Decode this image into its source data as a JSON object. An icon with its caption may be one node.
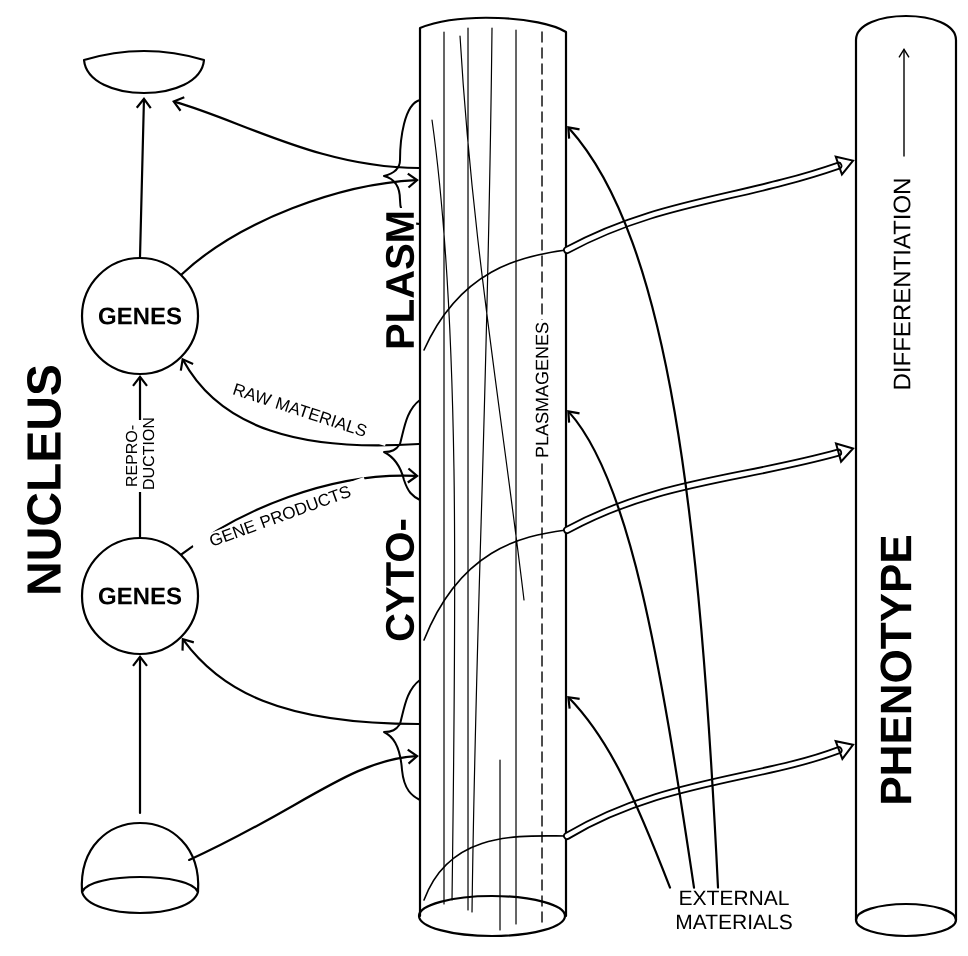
{
  "diagram": {
    "nodes": [
      {
        "text": [],
        "shape": "bowl"
      },
      {
        "text": [
          "GENES"
        ]
      },
      {
        "text": [
          "GENES"
        ]
      },
      {
        "text": [],
        "shape": "dome"
      },
      {
        "text": [
          "CYTO-",
          "PLASM"
        ]
      },
      {
        "text": [
          "PHENOTYPE",
          "DIFFERENTIATION"
        ]
      },
      {
        "text": [
          "EXTERNAL MATERIALS"
        ]
      }
    ],
    "edges": [
      {
        "from": 1,
        "to": 0,
        "arrow": "to"
      },
      {
        "from": 4,
        "to": 0,
        "arrow": "to"
      },
      {
        "from": 1,
        "to": 4,
        "arrow": "to"
      },
      {
        "from": 4,
        "to": 1,
        "arrow": "to",
        "label": "RAW MATERIALS"
      },
      {
        "from": 2,
        "to": 1,
        "arrow": "to",
        "label": "REPRO- DUCTION"
      },
      {
        "from": 2,
        "to": 4,
        "arrow": "to",
        "label": "GENE PRODUCTS"
      },
      {
        "from": 4,
        "to": 2,
        "arrow": "to"
      },
      {
        "from": 3,
        "to": 2,
        "arrow": "to"
      },
      {
        "from": 3,
        "to": 4,
        "arrow": "to"
      },
      {
        "from": 4,
        "to": 5,
        "arrow": "to",
        "style": "thick"
      },
      {
        "from": 4,
        "to": 5,
        "arrow": "to",
        "style": "thick"
      },
      {
        "from": 4,
        "to": 5,
        "arrow": "to",
        "style": "thick"
      },
      {
        "from": 6,
        "to": 4,
        "arrow": "to"
      },
      {
        "from": 6,
        "to": 4,
        "arrow": "to"
      },
      {
        "from": 6,
        "to": 4,
        "arrow": "to"
      }
    ],
    "labels": [
      "NUCLEUS",
      "PLASMAGENES"
    ]
  }
}
